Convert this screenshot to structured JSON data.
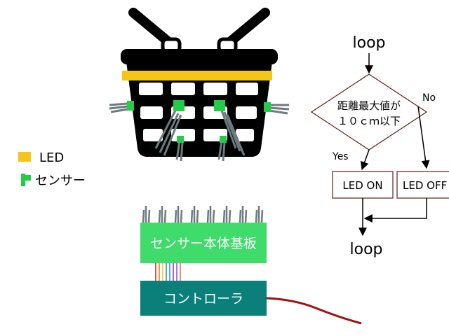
{
  "colors": {
    "basket": "#000000",
    "led": "#f5c518",
    "sensor": "#22cc44",
    "sensor_probe": "#6d7b80",
    "board": "#3fdb6b",
    "board_text": "#ffffff",
    "controller": "#0b7f7a",
    "controller_text": "#ffffff",
    "cable": "#a01010",
    "flow_border": "#5a1e1e",
    "flow_arrow": "#000000"
  },
  "legend": {
    "led_label": "LED",
    "sensor_label": "センサー",
    "led_icon": "yellow-rect-icon",
    "sensor_icon": "green-sensor-icon"
  },
  "hardware": {
    "board_label": "センサー本体基板",
    "controller_label": "コントローラ",
    "wire_colors": [
      "#d62828",
      "#f77f00",
      "#fcbf49",
      "#2a9d8f",
      "#3a86ff",
      "#8338ec",
      "#9d4edd",
      "#e76f51"
    ]
  },
  "flowchart": {
    "start_label": "loop",
    "decision_line1": "距離最大値が",
    "decision_line2": "１０ｃｍ以下",
    "yes_label": "Yes",
    "no_label": "No",
    "on_label": "LED ON",
    "off_label": "LED OFF",
    "end_label": "loop"
  }
}
